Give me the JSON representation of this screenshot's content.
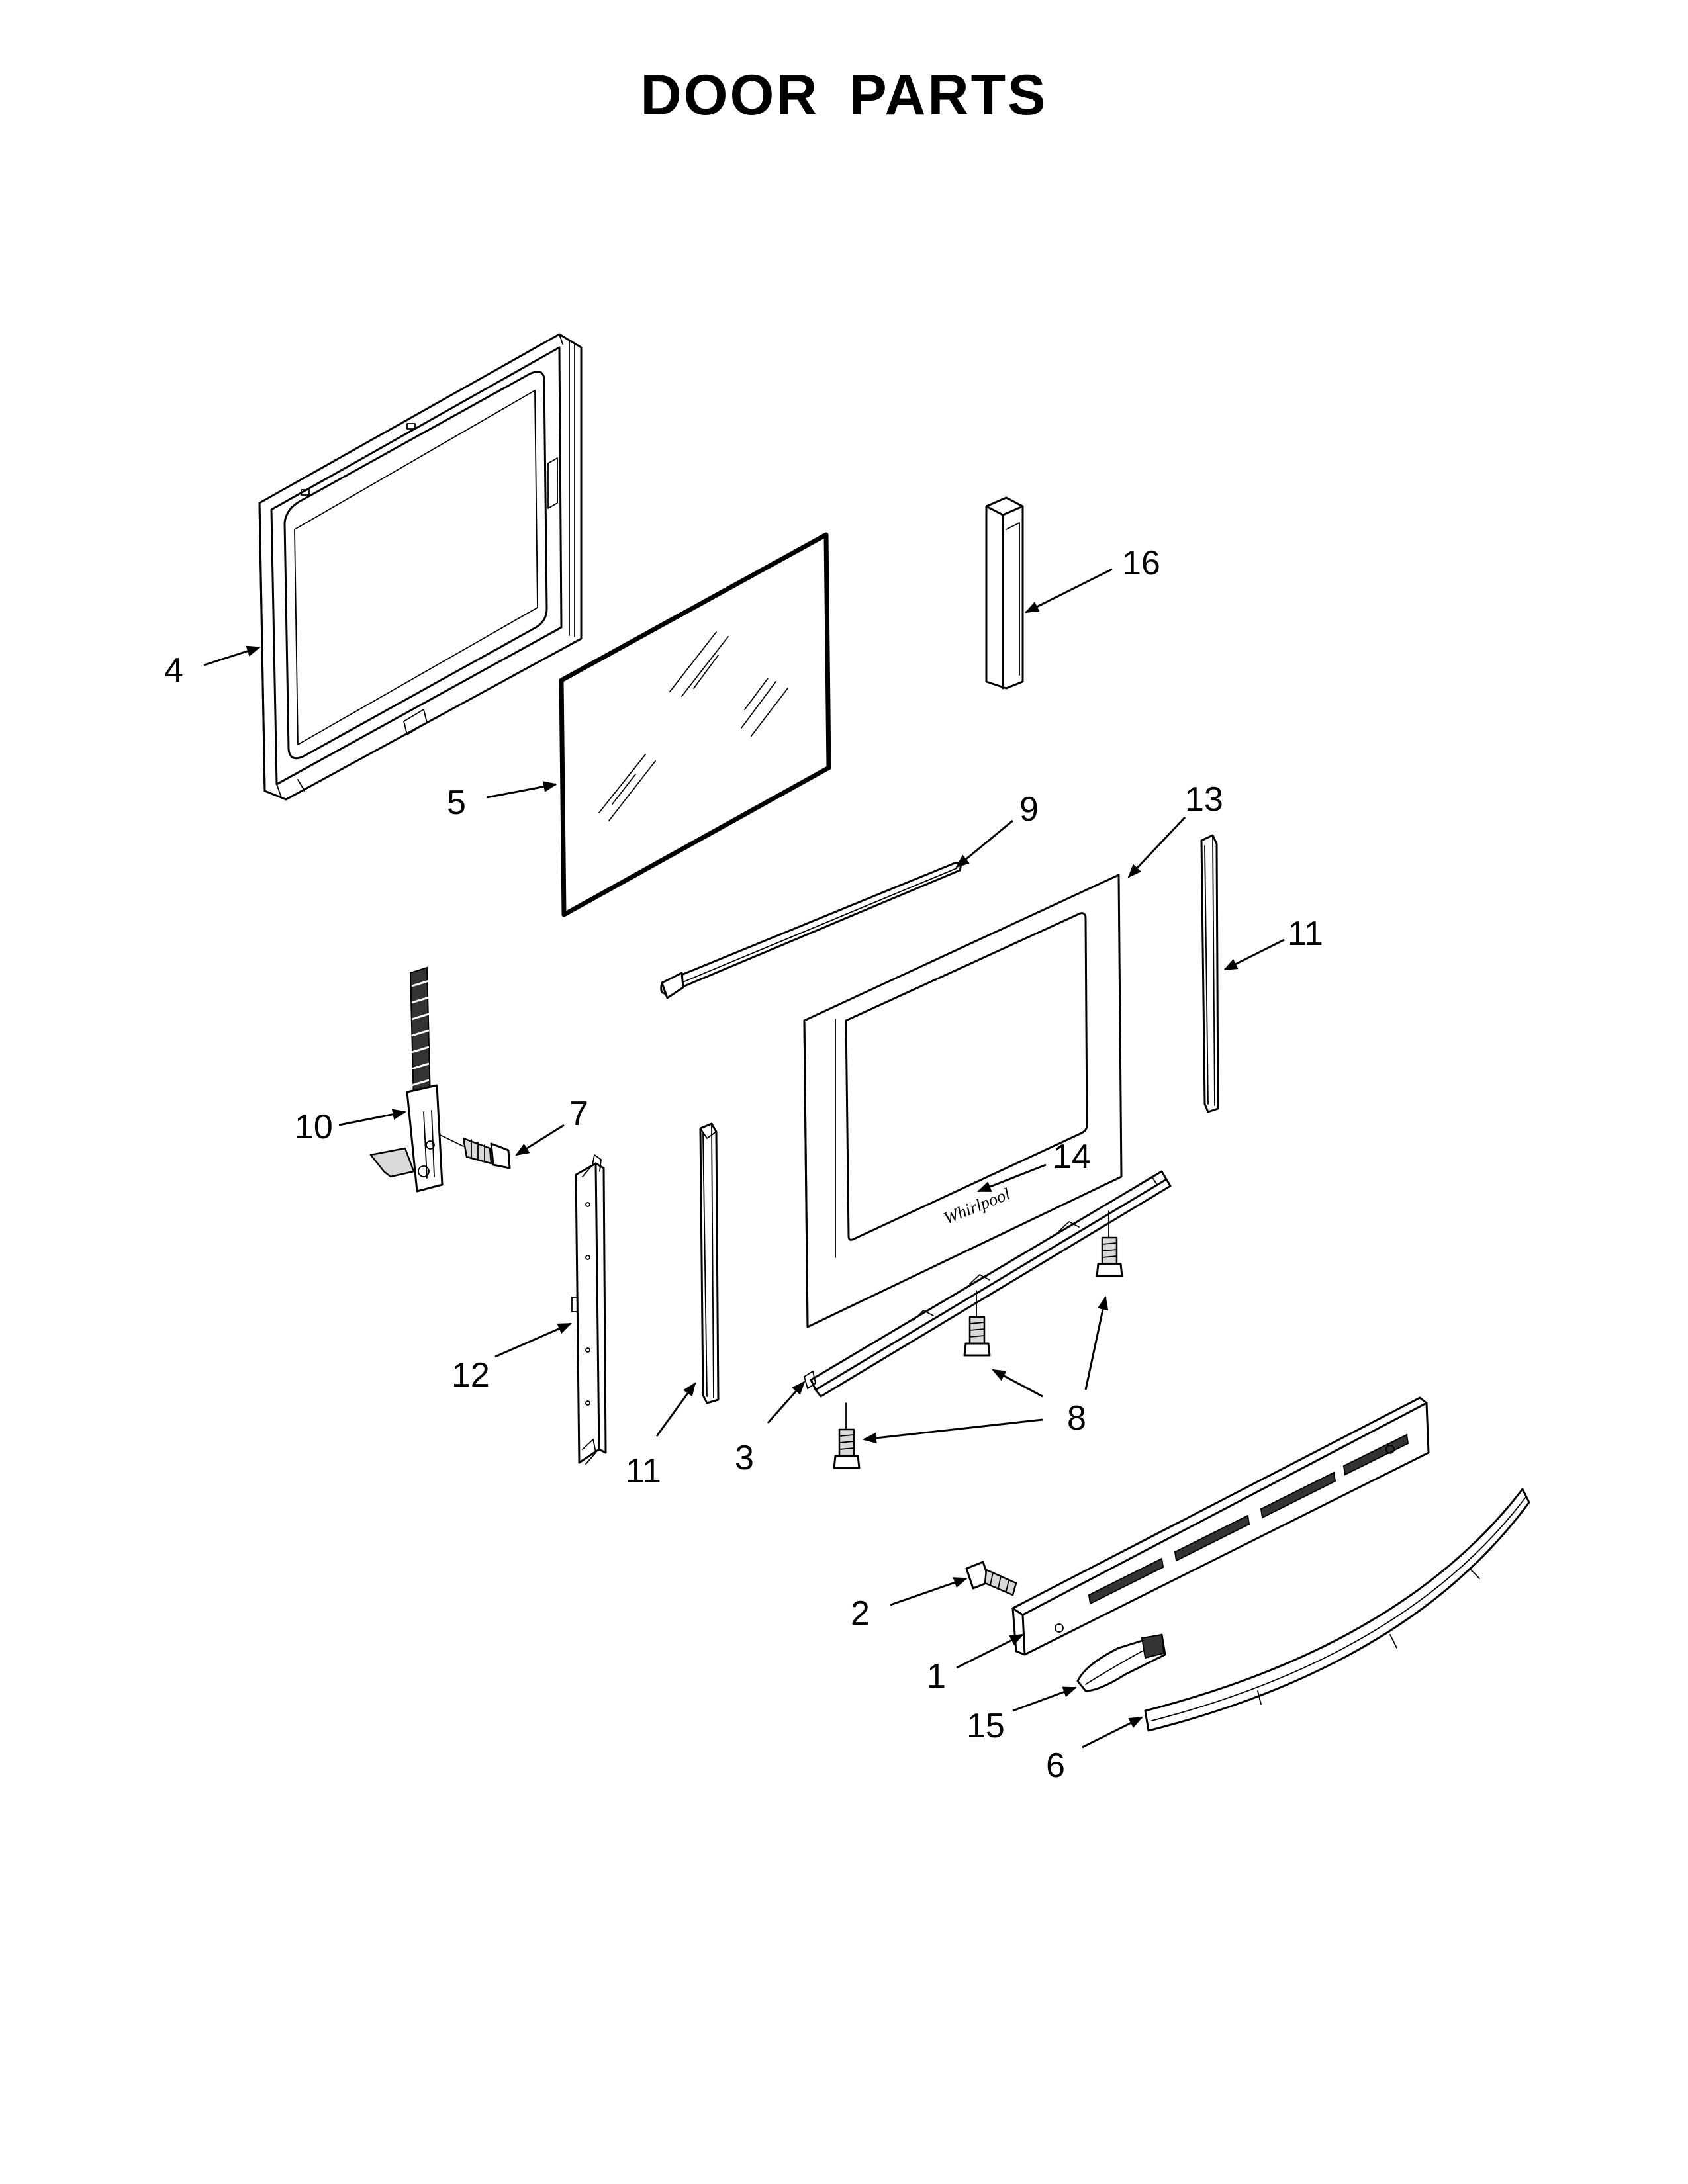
{
  "title": "DOOR PARTS",
  "callouts": {
    "c1": "1",
    "c2": "2",
    "c3": "3",
    "c4": "4",
    "c5": "5",
    "c6": "6",
    "c7": "7",
    "c8": "8",
    "c9": "9",
    "c10": "10",
    "c11a": "11",
    "c11b": "11",
    "c12": "12",
    "c13": "13",
    "c14": "14",
    "c15": "15",
    "c16": "16"
  }
}
